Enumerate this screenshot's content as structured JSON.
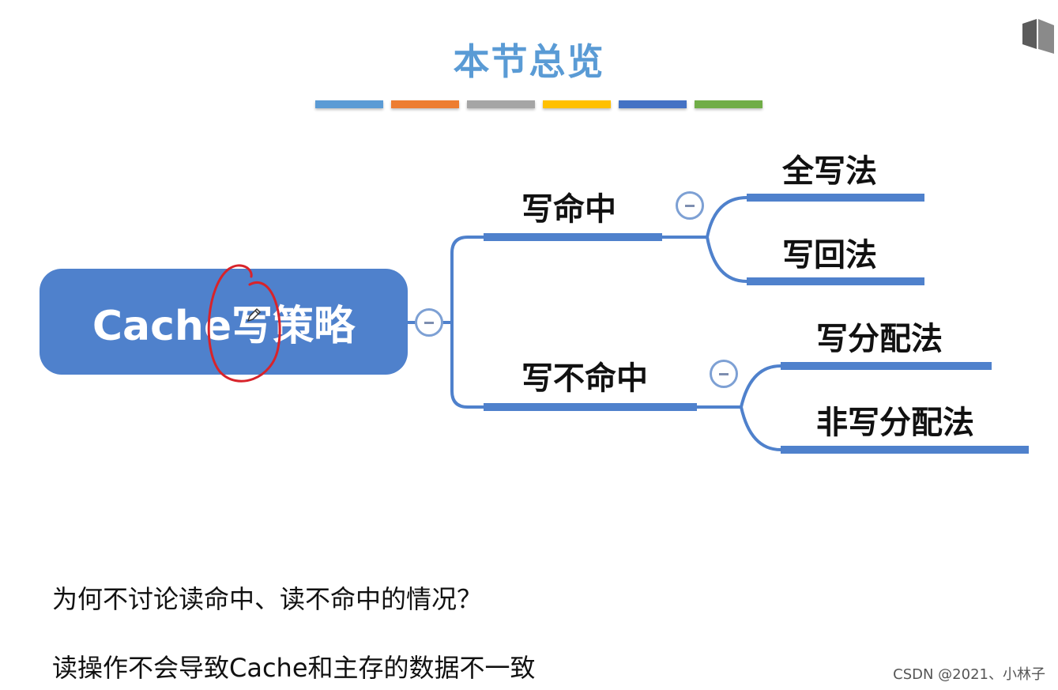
{
  "title": "本节总览",
  "color_bar_colors": [
    "#5b9bd5",
    "#ed7d31",
    "#a5a5a5",
    "#ffc000",
    "#4472c4",
    "#70ad47"
  ],
  "mindmap": {
    "root": "Cache写策略",
    "branches": [
      {
        "label": "写命中",
        "children": [
          "全写法",
          "写回法"
        ]
      },
      {
        "label": "写不命中",
        "children": [
          "写分配法",
          "非写分配法"
        ]
      }
    ],
    "line_color": "#4f81cc"
  },
  "notes": {
    "question": "为何不讨论读命中、读不命中的情况？",
    "answer": "读操作不会导致Cache和主存的数据不一致"
  },
  "watermark": "CSDN @2021、小林子"
}
